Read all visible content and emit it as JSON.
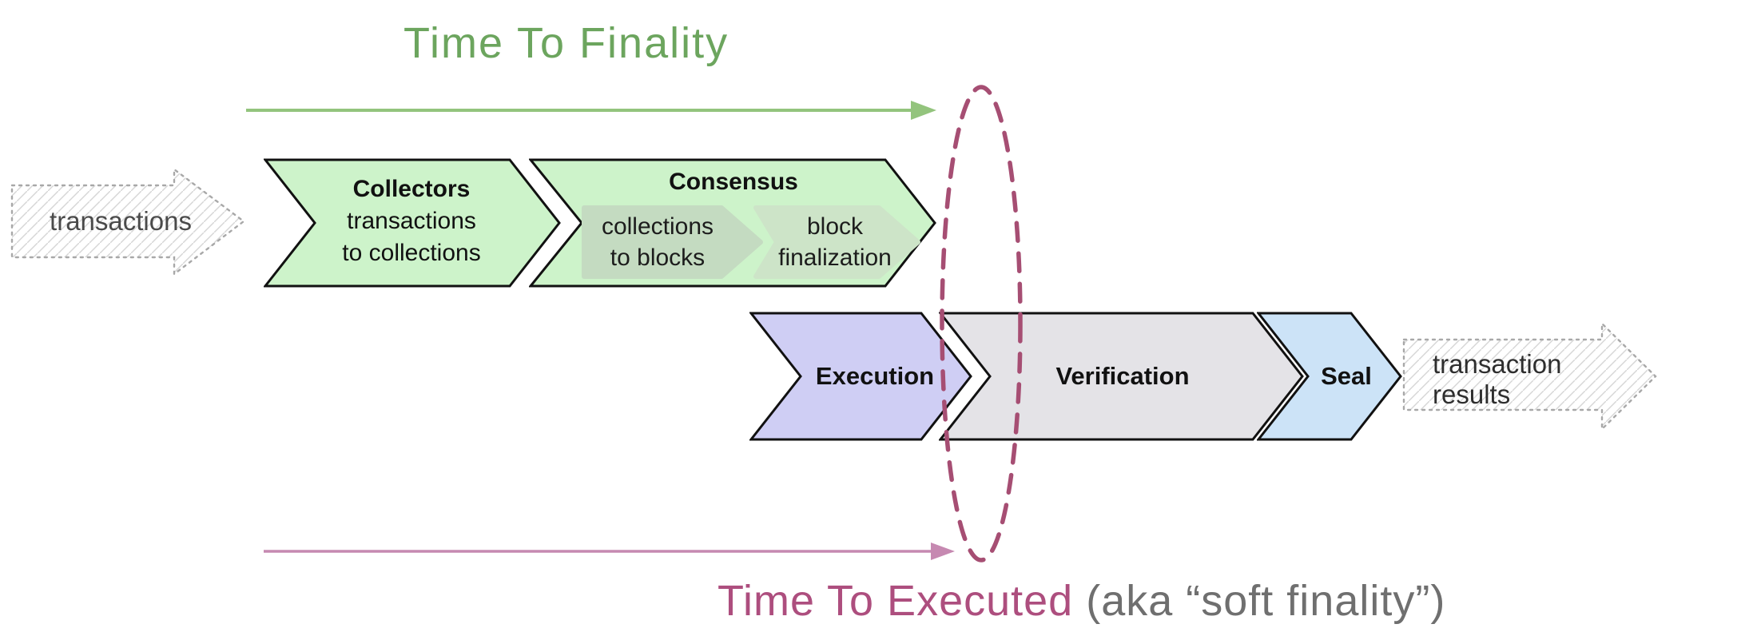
{
  "titles": {
    "finality": "Time To Finality"
  },
  "caption": {
    "highlight": "Time To Executed",
    "suffix": "(aka “soft finality”)"
  },
  "io": {
    "input_label": "transactions",
    "output_line1": "transaction",
    "output_line2": "results"
  },
  "stages": {
    "collectors": {
      "title": "Collectors",
      "line1": "transactions",
      "line2": "to collections"
    },
    "consensus": {
      "title": "Consensus",
      "sub1": {
        "line1": "collections",
        "line2": "to blocks"
      },
      "sub2": {
        "line1": "block",
        "line2": "finalization"
      }
    },
    "execution": {
      "title": "Execution"
    },
    "verification": {
      "title": "Verification"
    },
    "seal": {
      "title": "Seal"
    }
  },
  "colors": {
    "stage_green": "#cdf3ca",
    "consensus_sub1": "#c4dbc1",
    "consensus_sub2": "#cde4c8",
    "execution_purple": "#cfcef4",
    "verification_gray": "#e4e3e7",
    "seal_blue": "#cce3f7",
    "outline_black": "#111111",
    "finality_green_text": "#6ca55e",
    "finality_arrow_green": "#93c47d",
    "executed_pink_text": "#ad4e7e",
    "executed_arrow_pink": "#c689b1",
    "ellipse_maroon": "#a64e73",
    "caption_gray": "#6f6f6f"
  }
}
